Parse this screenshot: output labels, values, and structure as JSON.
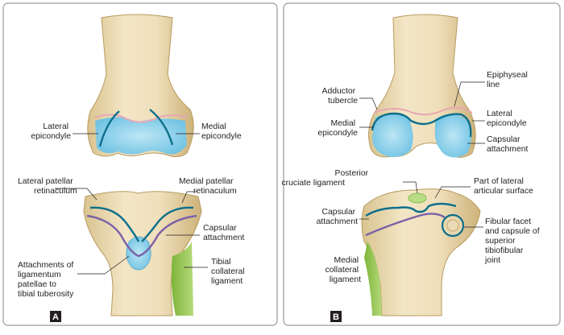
{
  "colors": {
    "bone": "#ecdcb6",
    "bone_shadow": "#c9b07c",
    "cartilage": "#8fd2ea",
    "capsule_line": "#0d6f8c",
    "epiphyseal_line": "#e8a7b4",
    "ligament_line": "#7a62a8",
    "tibial_collateral": "#92c24a",
    "panel_border": "#9a9a9a"
  },
  "panels": [
    {
      "tag": "A",
      "labels": {
        "lateral_epicondyle": [
          "Lateral",
          "epicondyle"
        ],
        "medial_epicondyle": [
          "Medial",
          "epicondyle"
        ],
        "lateral_patellar_retinaculum": [
          "Lateral patellar",
          "retinaculum"
        ],
        "medial_patellar_retinaculum": [
          "Medial patellar",
          "retinaculum"
        ],
        "capsular_attachment": [
          "Capsular",
          "attachment"
        ],
        "ligamentum_patellae": [
          "Attachments of",
          "ligamentum",
          "patellae to",
          "tibial tuberosity"
        ],
        "tibial_collateral_ligament": [
          "Tibial",
          "collateral",
          "ligament"
        ]
      }
    },
    {
      "tag": "B",
      "labels": {
        "adductor_tubercle": [
          "Adductor",
          "tubercle"
        ],
        "epiphyseal_line": [
          "Epiphyseal",
          "line"
        ],
        "medial_epicondyle": [
          "Medial",
          "epicondyle"
        ],
        "lateral_epicondyle": [
          "Lateral",
          "epicondyle"
        ],
        "capsular_attachment_upper": [
          "Capsular",
          "attachment"
        ],
        "posterior_cruciate_ligament": [
          "Posterior",
          "cruciate ligament"
        ],
        "lateral_articular_surface": [
          "Part of lateral",
          "articular surface"
        ],
        "capsular_attachment_lower": [
          "Capsular",
          "attachment"
        ],
        "fibular_facet": [
          "Fibular facet",
          "and capsule of",
          "superior",
          "tibiofibular",
          "joint"
        ],
        "medial_collateral_ligament": [
          "Medial",
          "collateral",
          "ligament"
        ]
      }
    }
  ]
}
